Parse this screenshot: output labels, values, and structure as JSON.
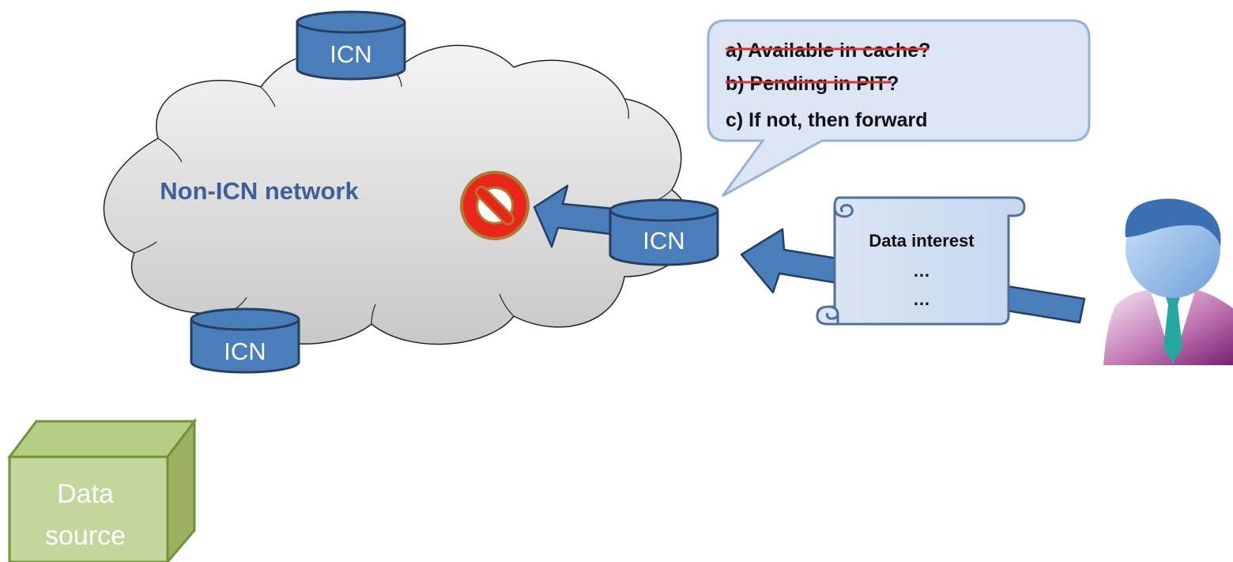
{
  "diagram": {
    "cloud_label": "Non-ICN network",
    "nodes": {
      "top": "ICN",
      "center": "ICN",
      "bottom": "ICN"
    },
    "callout": {
      "lines": [
        "a) Available in cache?",
        "b) Pending in PIT?",
        "c) If not, then forward"
      ],
      "struck_lines": [
        true,
        true,
        false
      ]
    },
    "scroll": {
      "title": "Data interest",
      "line1": "…",
      "line2": "…"
    },
    "data_source": {
      "line1": "Data",
      "line2": "source"
    },
    "icons": {
      "blocked": "no-entry-icon",
      "user": "user-icon"
    },
    "colors": {
      "node_fill": "#4a7ebb",
      "node_stroke": "#243f60",
      "cloud_fill": "#e0e0e0",
      "cloud_label": "#3d6196",
      "arrow_fill": "#4a7ebb",
      "callout_fill": "#dbe5f4",
      "callout_stroke": "#95b3d7",
      "strike": "#e03030",
      "block_red": "#e8261a",
      "block_outline": "#b07b2e",
      "box_front": "#c3d69b",
      "box_side": "#9bb060",
      "box_stroke": "#71923a"
    }
  }
}
